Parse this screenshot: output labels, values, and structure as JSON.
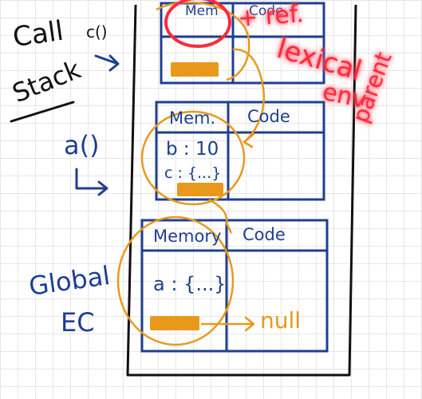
{
  "colors": {
    "ink": "#111111",
    "blue": "#1f3f8f",
    "orange": "#e8991c",
    "red": "#ff2a3c"
  },
  "left_labels": {
    "call": "Call",
    "stack": "Stack",
    "c_call": "c()",
    "a_call": "a()",
    "global": "Global",
    "ec": "EC"
  },
  "frames": {
    "top": {
      "memory_label": "Mem",
      "code_label": "Code"
    },
    "middle": {
      "memory_label": "Mem.",
      "code_label": "Code",
      "var_b": "b : 10",
      "var_c": "c : {...}"
    },
    "bottom": {
      "memory_label": "Memory",
      "code_label": "Code",
      "var_a": "a : {...}"
    }
  },
  "null_label": "null",
  "red_notes": {
    "ref": "+ ref.",
    "lexical": "lexical",
    "env": "env",
    "parent": "parent"
  }
}
